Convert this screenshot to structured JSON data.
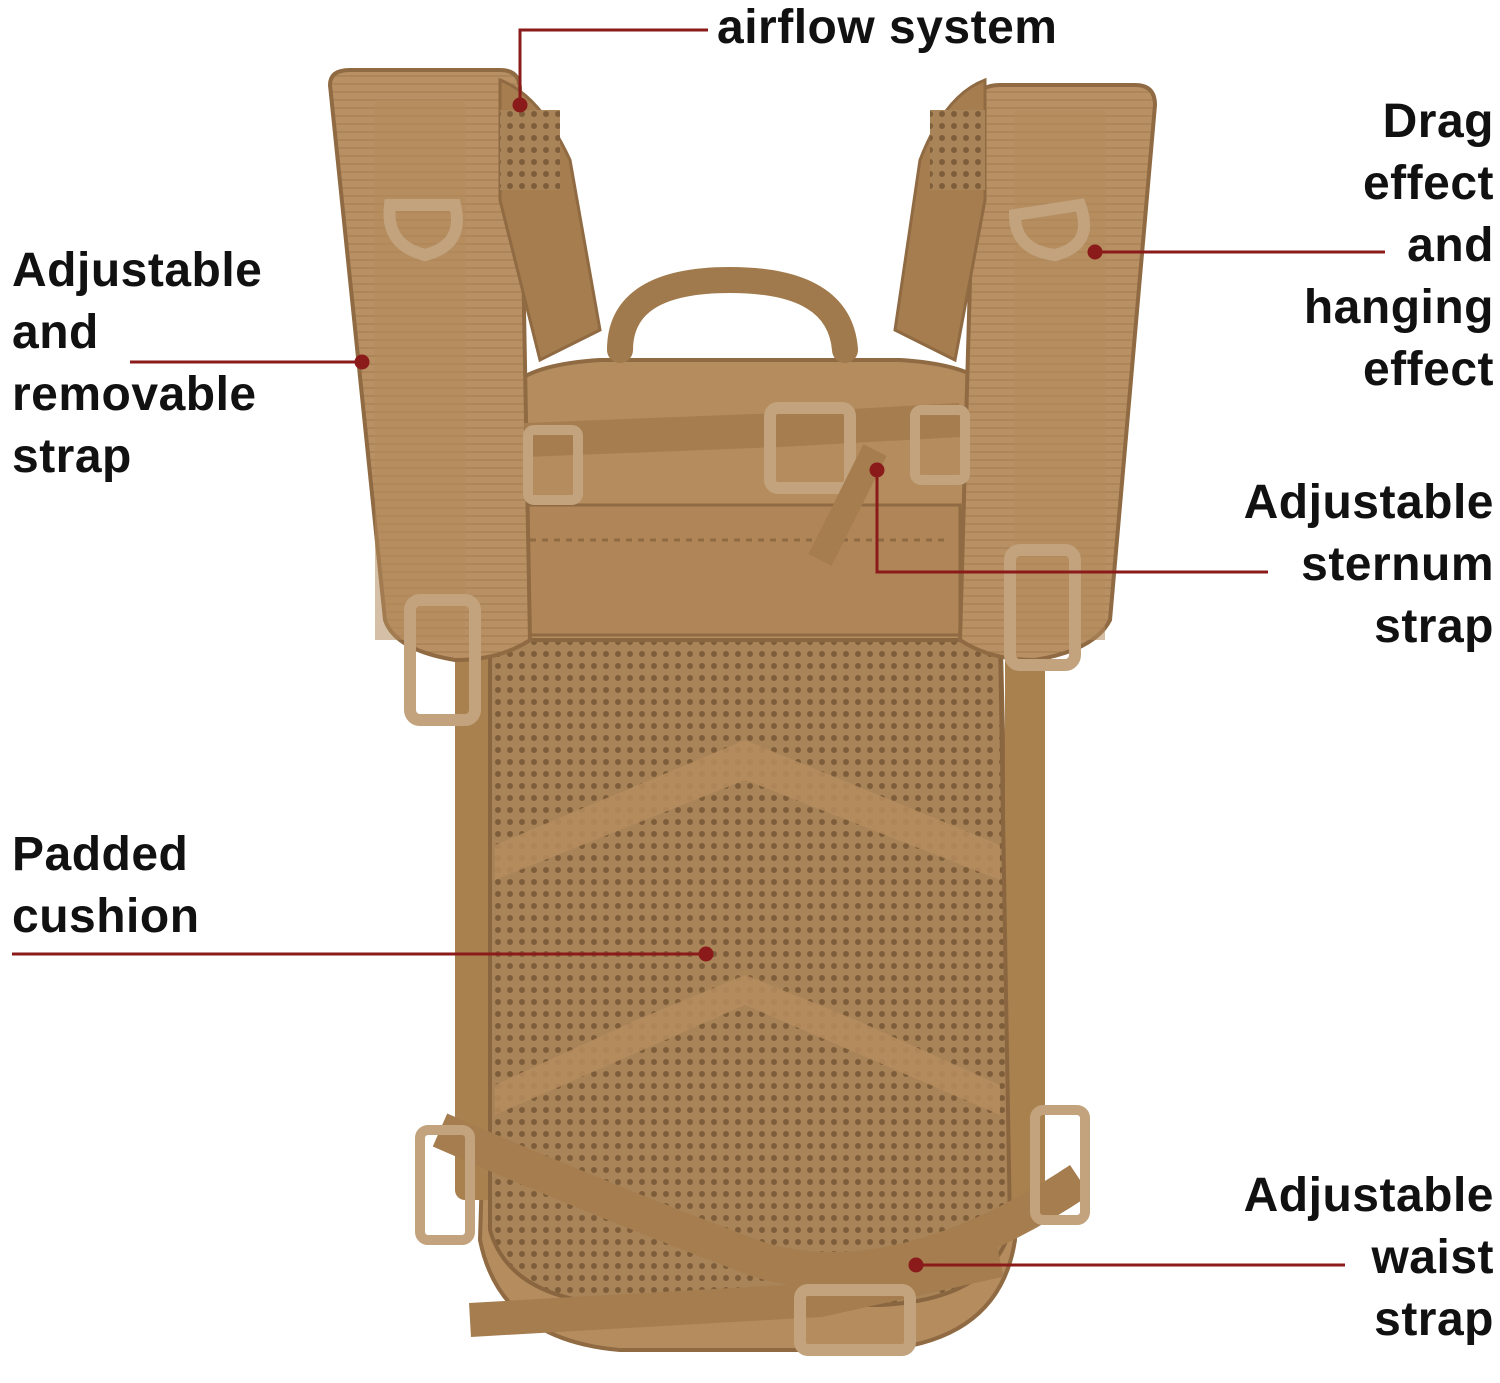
{
  "colors": {
    "leader_line": "#8b1a1a",
    "fabric_main": "#b58c5e",
    "fabric_dark": "#8f6a42",
    "fabric_light": "#c9a474",
    "mesh": "#9c7a52",
    "buckle": "#c2a37d",
    "text": "#111111"
  },
  "callouts": [
    {
      "id": "airflow",
      "lines": [
        "airflow system"
      ]
    },
    {
      "id": "drag",
      "lines": [
        "Drag",
        "effect",
        "and",
        "hanging",
        "effect"
      ]
    },
    {
      "id": "shoulder",
      "lines": [
        "Adjustable",
        "and",
        "removable",
        "strap"
      ]
    },
    {
      "id": "sternum",
      "lines": [
        "Adjustable",
        "sternum",
        "strap"
      ]
    },
    {
      "id": "cushion",
      "lines": [
        "Padded",
        "cushion"
      ]
    },
    {
      "id": "waist",
      "lines": [
        "Adjustable",
        "waist",
        "strap"
      ]
    }
  ]
}
